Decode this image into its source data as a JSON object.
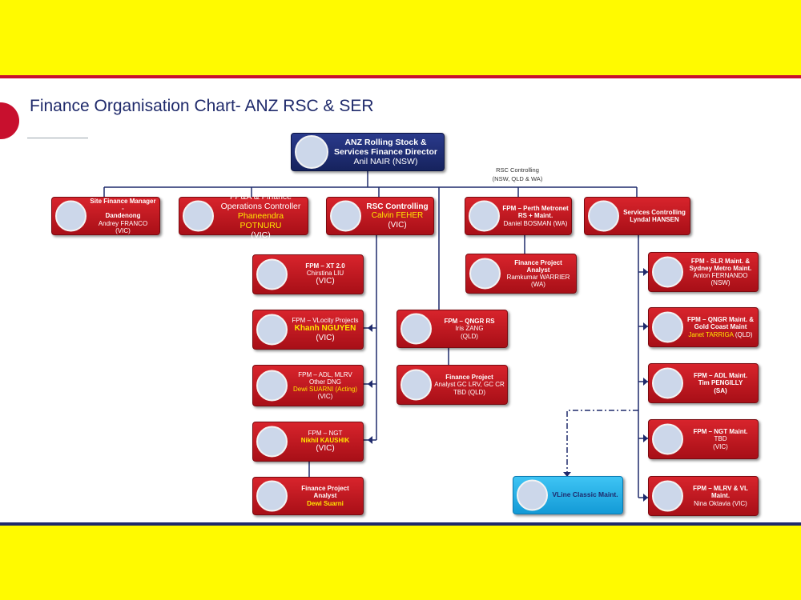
{
  "title": "Finance Organisation Chart- ANZ RSC & SER",
  "note": {
    "line1": "RSC Controlling",
    "line2": "(NSW, QLD & WA)"
  },
  "colors": {
    "background": "#fffa00",
    "red": "#c8102e",
    "navy": "#1f2a6b",
    "light_blue": "#1fb1ea",
    "highlight": "#ffe600"
  },
  "director": {
    "l1": "ANZ Rolling Stock &",
    "l2": "Services Finance Director",
    "l3": "Anil NAIR (NSW)"
  },
  "site_fm": {
    "l1": "Site Finance Manager -",
    "l2": "Dandenong",
    "l3": "Andrey FRANCO",
    "l4": "(VIC)"
  },
  "fpa": {
    "l1": "FP&A & Finance",
    "l2": "Operations Controller",
    "l3": "Phaneendra POTNURU",
    "l4": "(VIC)"
  },
  "rsc": {
    "l1": "RSC Controlling",
    "l2": "Calvin FEHER",
    "l3": "(VIC)"
  },
  "perth": {
    "l1": "FPM – Perth Metronet",
    "l2": "RS + Maint.",
    "l3": "Daniel BOSMAN (WA)"
  },
  "services": {
    "l1": "Services Controlling",
    "l2": "Lyndal HANSEN"
  },
  "xt": {
    "l1": "FPM – XT 2.0",
    "l2": "Chirstina LIU",
    "l3": "(VIC)"
  },
  "vlocity": {
    "l1": "FPM – VLocity Projects",
    "l2": "Khanh NGUYEN",
    "l3": "(VIC)"
  },
  "adl_mlrv": {
    "l1": "FPM – ADL, MLRV",
    "l2": "Other DNG",
    "l3": "Dewi SUARNI (Acting)",
    "l4": "(VIC)"
  },
  "ngt": {
    "l1": "FPM – NGT",
    "l2": "Nikhil KAUSHIK",
    "l3": "(VIC)"
  },
  "fpa_dewi": {
    "l1": "Finance Project Analyst",
    "l2": "Dewi Suarni"
  },
  "qngr_rs": {
    "l1": "FPM – QNGR RS",
    "l2": "Iris ZANG",
    "l3": "(QLD)"
  },
  "fp_qld": {
    "l1": "Finance Project",
    "l2": "Analyst GC LRV, GC CR",
    "l3": "TBD (QLD)"
  },
  "fpa_wa": {
    "l1": "Finance Project Analyst",
    "l2": "Ramkumar WARRIER",
    "l3": "(WA)"
  },
  "slr": {
    "l1": "FPM - SLR Maint. &",
    "l2": "Sydney Metro Maint.",
    "l3": "Anton FERNANDO (NSW)"
  },
  "qngr_maint": {
    "l1": "FPM – QNGR Maint. &",
    "l2": "Gold Coast Maint",
    "l3": "Janet TARRIGA",
    "l3b": "(QLD)"
  },
  "adl_maint": {
    "l1": "FPM – ADL Maint.",
    "l2": "Tim PENGILLY",
    "l3": "(SA)"
  },
  "ngt_maint": {
    "l1": "FPM – NGT Maint.",
    "l2": "TBD",
    "l3": "(VIC)"
  },
  "mlrv_vl": {
    "l1": "FPM – MLRV & VL",
    "l2": "Maint.",
    "l3": "Nina Oktavia (VIC)"
  },
  "vline": {
    "l1": "VLine Classic Maint."
  }
}
